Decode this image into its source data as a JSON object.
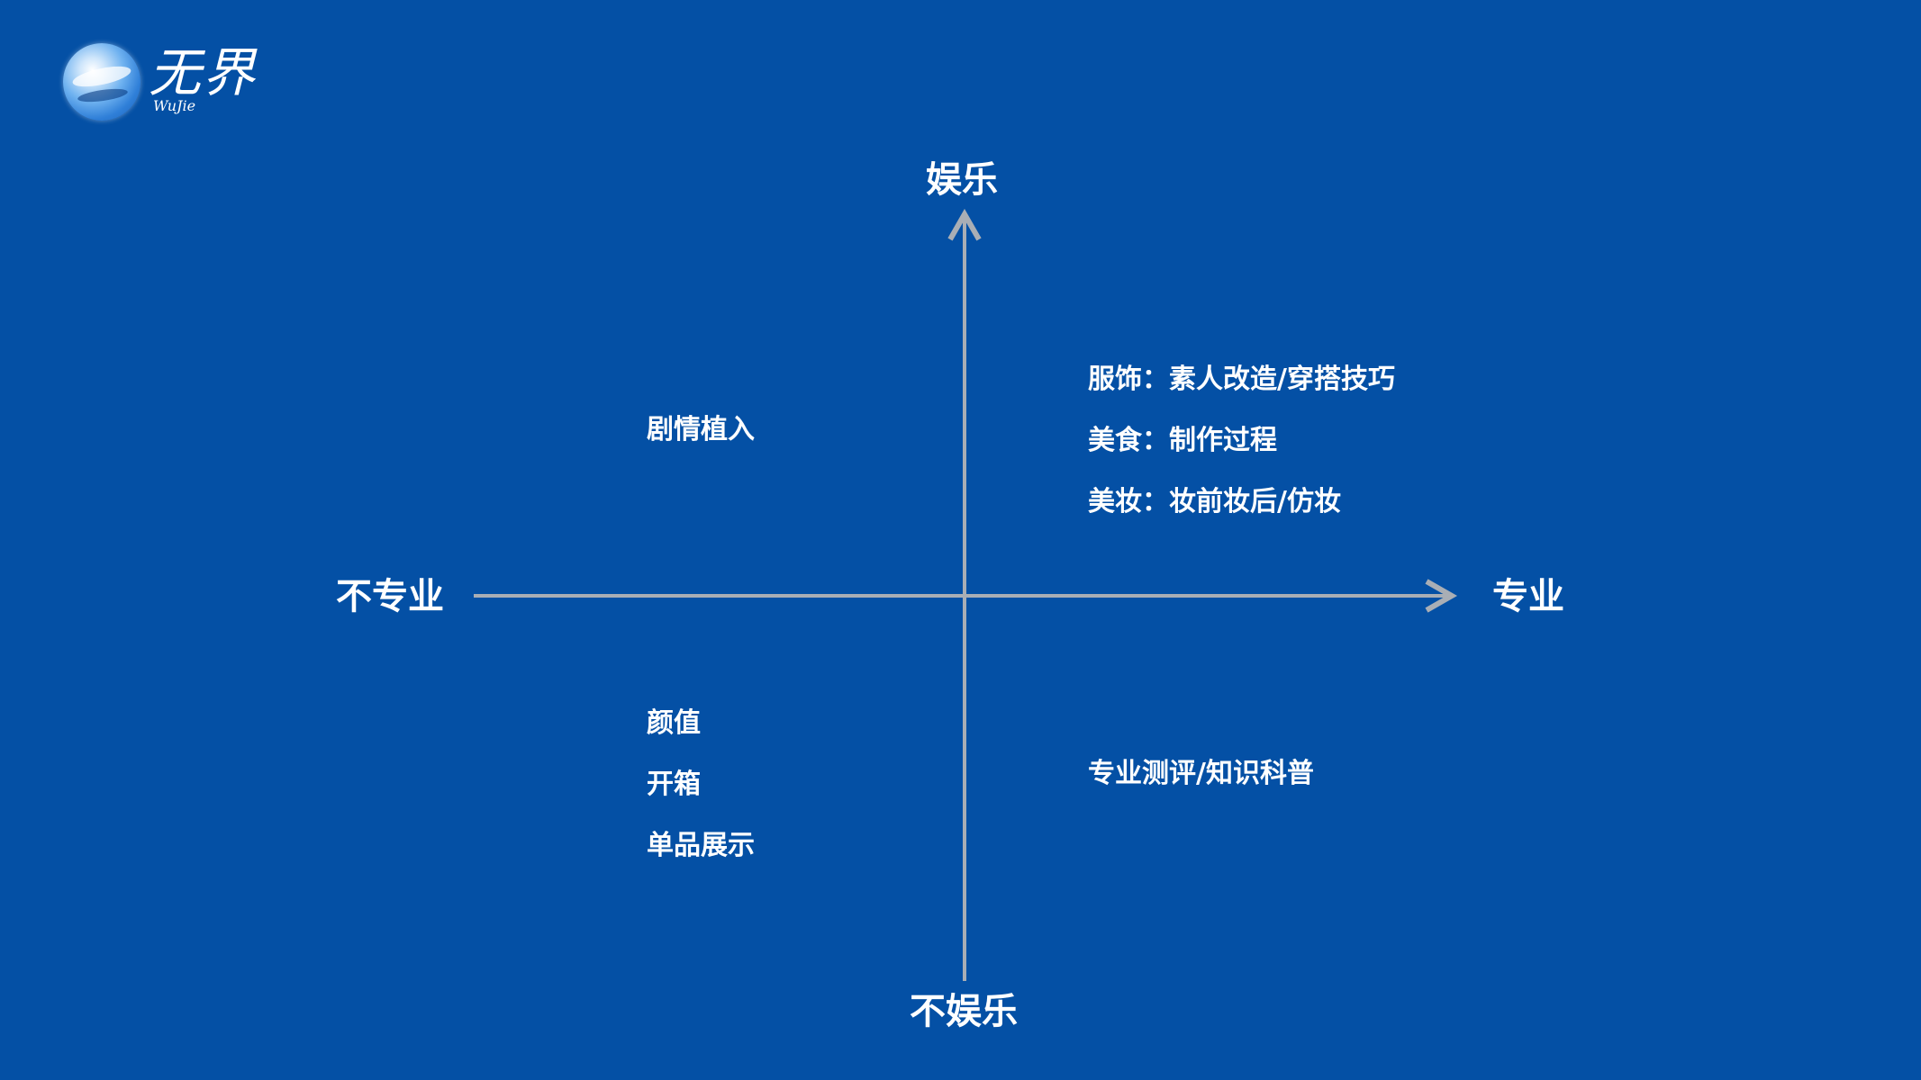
{
  "logo": {
    "name": "无界",
    "sub": "WuJie"
  },
  "axes": {
    "top": "娱乐",
    "bottom": "不娱乐",
    "left": "不专业",
    "right": "专业",
    "line_color": "#A9AEB5"
  },
  "quadrants": {
    "top_left": [
      "剧情植入"
    ],
    "top_right": [
      "服饰：素人改造/穿搭技巧",
      "美食：制作过程",
      "美妆：妆前妆后/仿妆"
    ],
    "bottom_left": [
      "颜值",
      "开箱",
      "单品展示"
    ],
    "bottom_right": [
      "专业测评/知识科普"
    ]
  },
  "colors": {
    "background": "#0450A5",
    "text": "#FFFFFF"
  }
}
